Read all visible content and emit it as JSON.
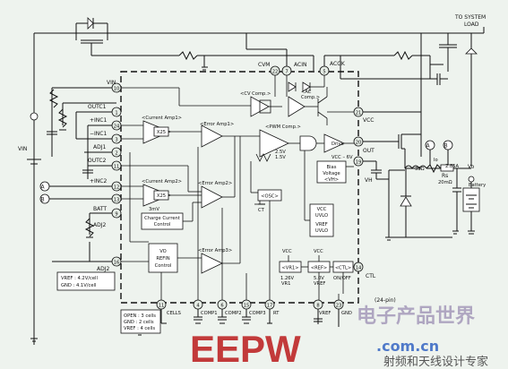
{
  "pins": {
    "p1": "1",
    "p2": "2",
    "p3": "3",
    "p4": "4",
    "p5": "5",
    "p6": "6",
    "p7": "7",
    "p8": "8",
    "p9": "9",
    "p10": "10",
    "p11": "11",
    "p12": "12",
    "p13": "13",
    "p14": "14",
    "p15": "15",
    "p16": "16",
    "p17": "17",
    "p18": "18",
    "p19": "19",
    "p20": "20",
    "p21": "21",
    "p22": "22",
    "p23": "23",
    "p24": "24"
  },
  "labels": {
    "vin": "VIN",
    "outc1": "OUTC1",
    "inc1p": "+INC1",
    "inc1m": "−INC1",
    "adj1": "ADJ1",
    "outc2": "OUTC2",
    "inc2p": "+INC2",
    "batt": "BATT",
    "adj2": "ADJ2",
    "adj2b": "ADJ2",
    "cvm": "CVM",
    "acin": "ACIN",
    "acok": "ACOK",
    "vcc": "VCC",
    "out": "OUT",
    "vh": "VH",
    "ctl": "CTL",
    "cells": "CELLS",
    "comp1": "COMP1",
    "comp2": "COMP2",
    "comp3": "COMP3",
    "rt": "RT",
    "vref_pin": "VREF",
    "gnd_pin": "GND",
    "vin_in": "VIN",
    "to_system": "TO SYSTEM",
    "load": "LOAD",
    "vo": "Vo",
    "battery": "Battery",
    "rs": "Rs",
    "rs_val": "20mΩ",
    "r1": "33Ω",
    "io": "Io",
    "i_val": "2.85A",
    "a": "A",
    "b": "B",
    "ct": "CT",
    "pkg": "(24-pin)",
    "v26": "1.26V",
    "vr1": "VR1",
    "v50": "5.0V",
    "vref2": "VREF",
    "onoff": "ON/OFF",
    "vcc_a": "VCC",
    "vcc_b": "VCC",
    "vcc6v": "VCC – 6V",
    "cap_mv": "3mV"
  },
  "blocks": {
    "cur1": "<Current Amp1>",
    "cur2": "<Current Amp2>",
    "x25a": "X25",
    "x25b": "X25",
    "err1": "<Error Amp1>",
    "err2": "<Error Amp2>",
    "err3": "<Error Amp3>",
    "cvc": "<CV Comp.>",
    "acc": "<AC",
    "acc2": "Comp.>",
    "pwm": "<PWM Comp.>",
    "v25": "2.5V",
    "v15": "1.5V",
    "drive": "Drive",
    "osc": "<OSC>",
    "bias": "Bias",
    "bias2": "Voltage",
    "bias3": "<VH>",
    "ccc1": "Charge Current",
    "ccc2": "Control",
    "vo1": "VO",
    "vo2": "REFIN",
    "vo3": "Control",
    "uvlo1": "VCC",
    "uvlo2": "UVLO",
    "uvlo3": "VREF",
    "uvlo4": "UVLO",
    "vr1box": "<VR1>",
    "vrefbox": "<REF>",
    "ctlbox": "<CTL>"
  },
  "notes": {
    "vref1": "VREF : 4.2V/cell",
    "gnd1": "GND   : 4.1V/cell",
    "open": "OPEN : 3 cells",
    "gnd": "GND   : 2 cells",
    "vref": "VREF : 4 cells"
  },
  "watermark": {
    "cn_top": "电子产品世界",
    "eepw": "EEPW",
    "url": ".com.cn",
    "cn_bottom": "射频和天线设计专家"
  }
}
